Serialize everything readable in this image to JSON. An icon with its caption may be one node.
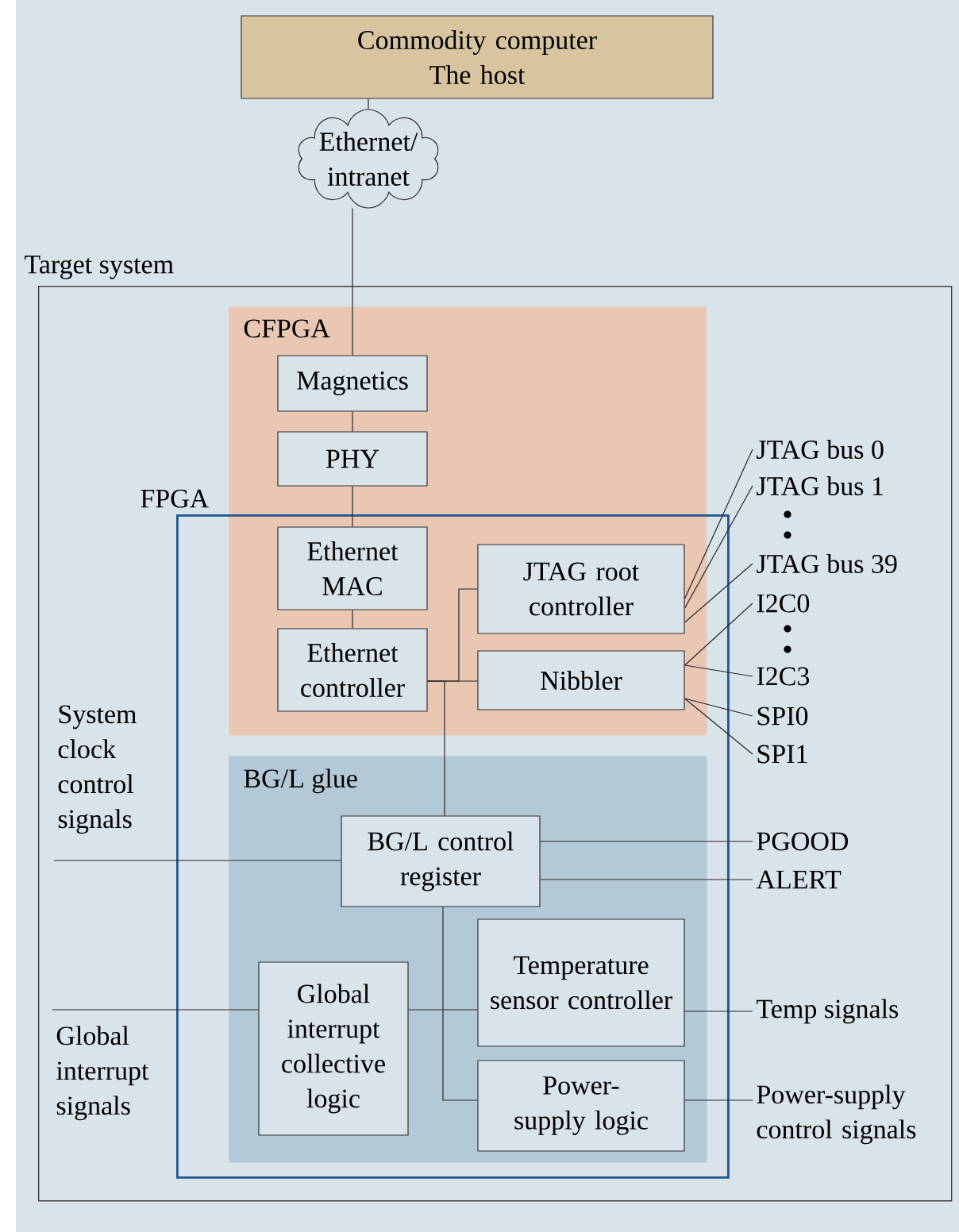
{
  "diagram": {
    "nodes": [
      {
        "text": [
          "Commodity computer",
          "The host"
        ]
      },
      {
        "text": [
          "Ethernet/ intranet"
        ]
      },
      {
        "text": [
          "Target system"
        ]
      },
      {
        "text": [
          "CFPGA"
        ],
        "in": 2
      },
      {
        "text": [
          "FPGA"
        ],
        "in": 2
      },
      {
        "text": [
          "Magnetics"
        ],
        "in": 3
      },
      {
        "text": [
          "PHY"
        ],
        "in": 3
      },
      {
        "text": [
          "Ethernet MAC"
        ]
      },
      {
        "text": [
          "Ethernet controller"
        ]
      },
      {
        "text": [
          "JTAG root controller"
        ]
      },
      {
        "text": [
          "Nibbler"
        ]
      },
      {
        "text": [
          "BG/L glue"
        ],
        "in": 4
      },
      {
        "text": [
          "BG/L control register"
        ],
        "in": 11
      },
      {
        "text": [
          "Temperature sensor controller"
        ],
        "in": 11
      },
      {
        "text": [
          "Global interrupt collective logic"
        ],
        "in": 11
      },
      {
        "text": [
          "Power-supply logic"
        ],
        "in": 11
      },
      {
        "text": [
          "JTAG bus 0"
        ],
        "in": 2
      },
      {
        "text": [
          "JTAG bus 1"
        ],
        "in": 2
      },
      {
        "text": [
          "JTAG bus 39"
        ],
        "in": 2
      },
      {
        "text": [
          "I2C0"
        ],
        "in": 2
      },
      {
        "text": [
          "I2C3"
        ],
        "in": 2
      },
      {
        "text": [
          "SPI0"
        ],
        "in": 2
      },
      {
        "text": [
          "SPI1"
        ],
        "in": 2
      },
      {
        "text": [
          "System clock control signals"
        ],
        "in": 2
      },
      {
        "text": [
          "PGOOD"
        ],
        "in": 2
      },
      {
        "text": [
          "ALERT"
        ],
        "in": 2
      },
      {
        "text": [
          "Global interrupt signals"
        ],
        "in": 2
      },
      {
        "text": [
          "Temp signals"
        ],
        "in": 2
      },
      {
        "text": [
          "Power-supply control signals"
        ],
        "in": 2
      }
    ],
    "edges": [
      {
        "from": 0,
        "to": 1,
        "arrow": "none"
      },
      {
        "from": 1,
        "to": 5,
        "arrow": "none"
      },
      {
        "from": 5,
        "to": 6,
        "arrow": "none"
      },
      {
        "from": 6,
        "to": 7,
        "arrow": "none"
      },
      {
        "from": 7,
        "to": 8,
        "arrow": "none"
      },
      {
        "from": 8,
        "to": 9,
        "arrow": "none"
      },
      {
        "from": 8,
        "to": 10,
        "arrow": "none"
      },
      {
        "from": 8,
        "to": 12,
        "arrow": "none"
      },
      {
        "from": 9,
        "to": 16,
        "arrow": "none"
      },
      {
        "from": 9,
        "to": 17,
        "arrow": "none"
      },
      {
        "from": 9,
        "to": 18,
        "arrow": "none"
      },
      {
        "from": 10,
        "to": 19,
        "arrow": "none"
      },
      {
        "from": 10,
        "to": 20,
        "arrow": "none"
      },
      {
        "from": 10,
        "to": 21,
        "arrow": "none"
      },
      {
        "from": 10,
        "to": 22,
        "arrow": "none"
      },
      {
        "from": 23,
        "to": 12,
        "arrow": "none"
      },
      {
        "from": 12,
        "to": 24,
        "arrow": "none"
      },
      {
        "from": 12,
        "to": 25,
        "arrow": "none"
      },
      {
        "from": 26,
        "to": 14,
        "arrow": "none"
      },
      {
        "from": 14,
        "to": 13,
        "arrow": "none"
      },
      {
        "from": 12,
        "to": 15,
        "arrow": "none"
      },
      {
        "from": 13,
        "to": 27,
        "arrow": "none"
      },
      {
        "from": 15,
        "to": 28,
        "arrow": "none"
      }
    ]
  }
}
